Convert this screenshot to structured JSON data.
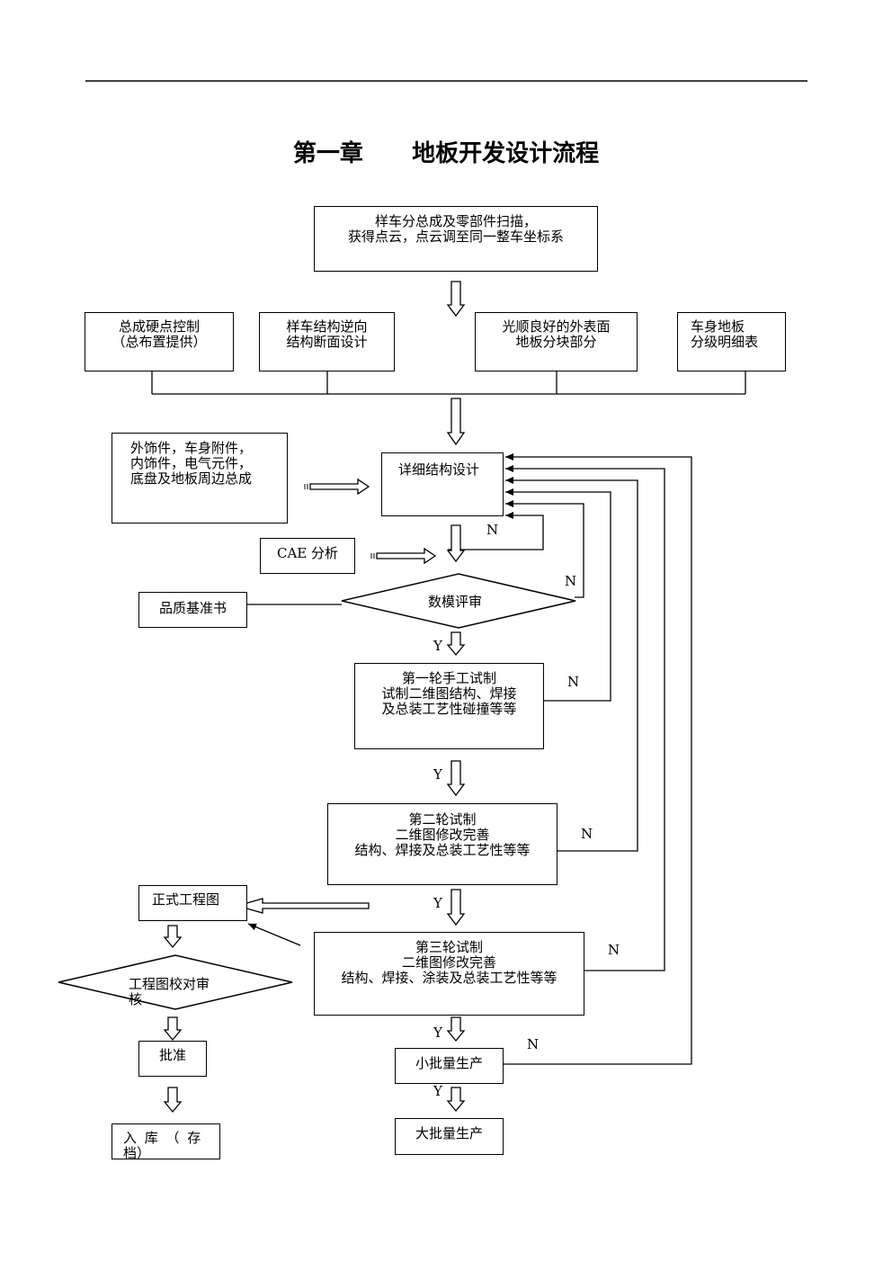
{
  "title": "第一章      地板开发设计流程",
  "boxes": {
    "scan": [
      "样车分总成及零部件扫描，",
      "获得点云，点云调至同一整车坐标系"
    ],
    "hardpoint": [
      "总成硬点控制",
      "（总布置提供）"
    ],
    "reverse": [
      "样车结构逆向",
      "结构断面设计"
    ],
    "surface": [
      "光顺良好的外表面",
      "地板分块部分"
    ],
    "bom": [
      "车身地板",
      "分级明细表"
    ],
    "parts": [
      "外饰件，车身附件，",
      "内饰件，电气元件，",
      "底盘及地板周边总成"
    ],
    "detail": [
      "详细结构设计"
    ],
    "cae": [
      "CAE 分析"
    ],
    "quality": [
      "品质基准书"
    ],
    "trial1": [
      "第一轮手工试制",
      "试制二维图结构、焊接",
      "及总装工艺性碰撞等等"
    ],
    "trial2": [
      "第二轮试制",
      "二维图修改完善",
      "结构、焊接及总装工艺性等等"
    ],
    "trial3": [
      "第三轮试制",
      "二维图修改完善",
      "结构、焊接、涂装及总装工艺性等等"
    ],
    "formal": [
      "正式工程图"
    ],
    "approve": [
      "批准"
    ],
    "archive": [
      "入 库 （ 存",
      "档）"
    ],
    "small": [
      "小批量生产"
    ],
    "mass": [
      "大批量生产"
    ]
  },
  "diamonds": {
    "review": "数模评审",
    "check": [
      "工程图校对审",
      "核"
    ]
  },
  "labels": {
    "n": "N",
    "y": "Y"
  }
}
